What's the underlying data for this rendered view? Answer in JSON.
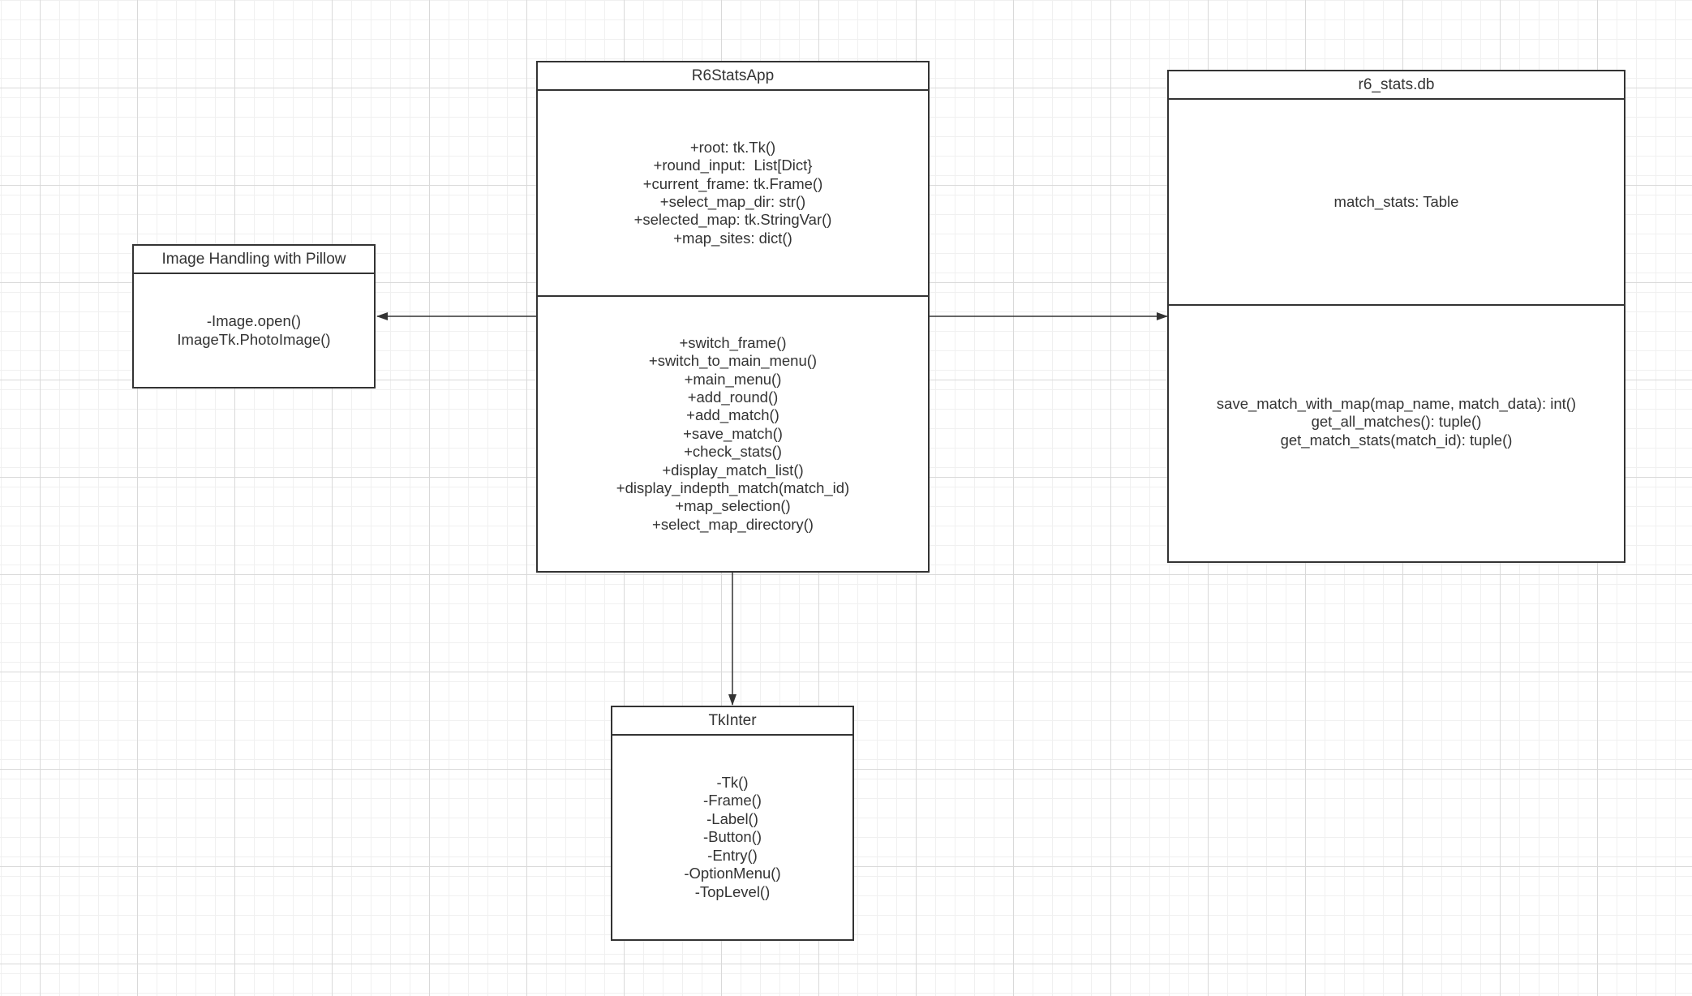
{
  "colors": {
    "line": "#333333",
    "text": "#333333",
    "box_fill": "#ffffff",
    "grid_major": "#d9d9d9",
    "grid_minor": "#f0f0f0"
  },
  "boxes": {
    "r6statsapp": {
      "title": "R6StatsApp",
      "attributes": [
        "+root: tk.Tk()",
        "+round_input:  List[Dict}",
        "+current_frame: tk.Frame()",
        "+select_map_dir: str()",
        "+selected_map: tk.StringVar()",
        "+map_sites: dict()"
      ],
      "methods": [
        "+switch_frame()",
        "+switch_to_main_menu()",
        "+main_menu()",
        "+add_round()",
        "+add_match()",
        "+save_match()",
        "+check_stats()",
        "+display_match_list()",
        "+display_indepth_match(match_id)",
        "+map_selection()",
        "+select_map_directory()"
      ]
    },
    "db": {
      "title": "r6_stats.db",
      "attributes": [
        "match_stats: Table"
      ],
      "methods": [
        "save_match_with_map(map_name, match_data): int()",
        "get_all_matches(): tuple()",
        "get_match_stats(match_id): tuple()"
      ]
    },
    "pillow": {
      "title": "Image Handling with Pillow",
      "methods": [
        "-Image.open()",
        "ImageTk.PhotoImage()"
      ]
    },
    "tkinter": {
      "title": "TkInter",
      "methods": [
        "-Tk()",
        "-Frame()",
        "-Label()",
        "-Button()",
        "-Entry()",
        "-OptionMenu()",
        "-TopLevel()"
      ]
    }
  }
}
